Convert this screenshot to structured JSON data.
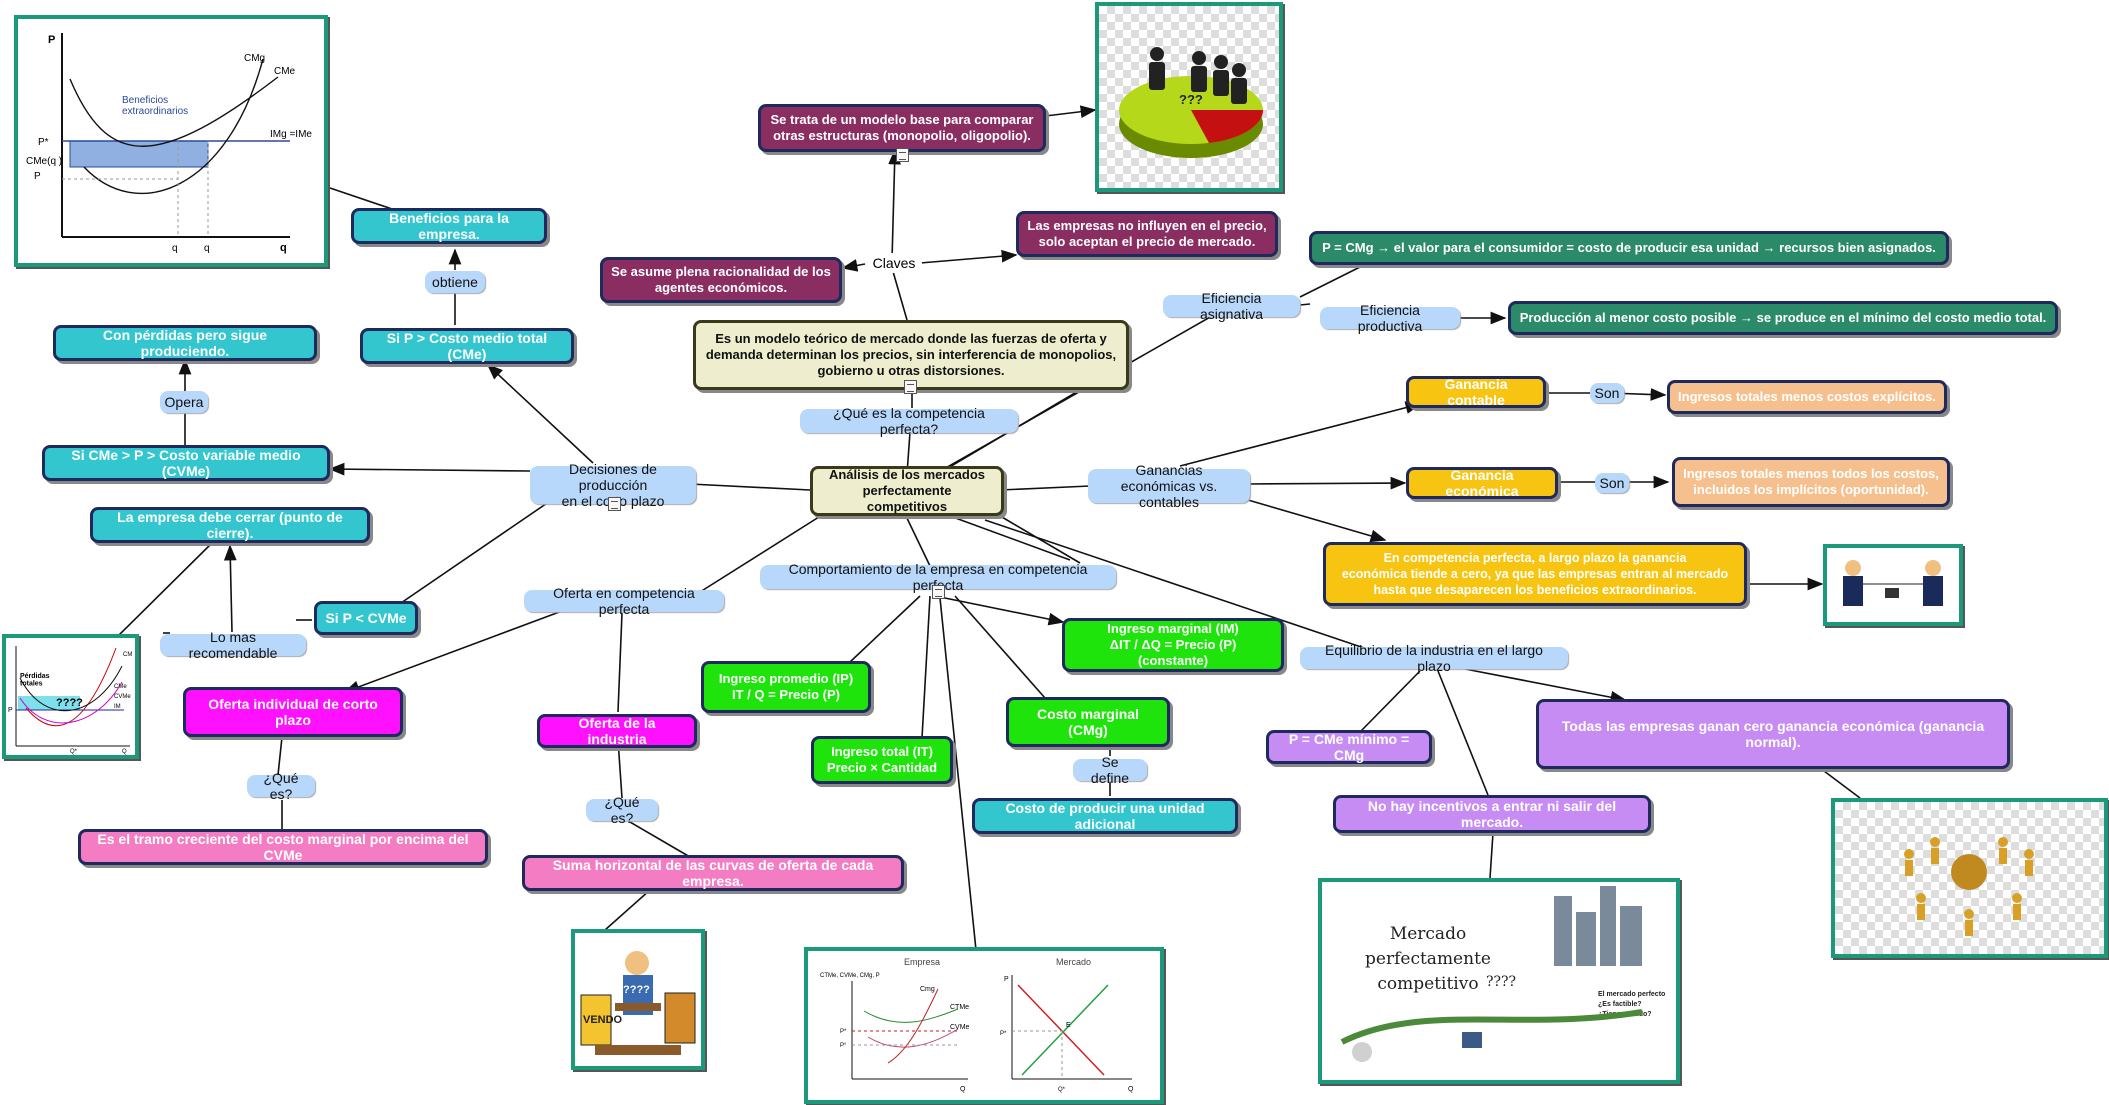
{
  "center": "Análisis de los mercados\nperfectamente competitivos",
  "que_es": {
    "label": "¿Qué es la competencia perfecta?",
    "definition": "Es un modelo teórico de mercado donde las fuerzas de oferta y\ndemanda determinan los precios, sin interferencia de monopolios,\ngobierno u otras distorsiones.",
    "claves_label": "Claves",
    "base_model": "Se trata de un modelo base para comparar\notras estructuras (monopolio, oligopolio).",
    "price_takers": "Las empresas no influyen en el precio,\nsolo aceptan el precio de mercado.",
    "rationality": "Se asume plena racionalidad de los\nagentes económicos."
  },
  "eficiencia": {
    "asignativa_label": "Eficiencia asignativa",
    "asignativa_text": "P = CMg → el valor para el consumidor = costo de producir esa unidad → recursos bien asignados.",
    "productiva_label": "Eficiencia productiva",
    "productiva_text": "Producción al menor costo posible → se produce en el mínimo del costo medio total."
  },
  "ganancias": {
    "label": "Ganancias\neconómicas vs. contables",
    "contable": "Ganancia contable",
    "son_1": "Son",
    "contable_def": "Ingresos totales menos costos explícitos.",
    "economica": "Ganancia económica",
    "son_2": "Son",
    "economica_def": "Ingresos totales menos todos los costos,\nincluidos los implícitos (oportunidad).",
    "largo_plazo": "En competencia perfecta, a largo plazo la ganancia\neconómica tiende a cero, ya que las empresas entran al mercado\nhasta que desaparecen los beneficios extraordinarios."
  },
  "equilibrio": {
    "label": "Equilibrio de la industria en el largo plazo",
    "cond": "P = CMe mínimo = CMg",
    "no_incentivos": "No hay incentivos a entrar ni salir del mercado.",
    "cero_ganancia": "Todas las empresas ganan cero ganancia económica (ganancia normal)."
  },
  "comportamiento": {
    "label": "Comportamiento de la empresa en competencia perfecta",
    "im": "Ingreso marginal (IM)\nΔIT / ΔQ = Precio (P) (constante)",
    "ip": "Ingreso promedio (IP)\nIT / Q = Precio (P)",
    "it": "Ingreso total (IT)\nPrecio × Cantidad",
    "cmg": "Costo marginal (CMg)",
    "se_define": "Se define",
    "cmg_def": "Costo de producir una unidad adicional"
  },
  "oferta": {
    "label": "Oferta en competencia perfecta",
    "individual": "Oferta individual de corto plazo",
    "que_es_1": "¿Qué es?",
    "individual_def": "Es el tramo creciente del costo marginal por encima del CVMe",
    "industria": "Oferta de la industria",
    "que_es_2": "¿Qué es?",
    "industria_def": "Suma horizontal de las curvas de oferta de cada empresa."
  },
  "decisiones": {
    "label": "Decisiones de producción\nen el corto plazo",
    "si_p_cme": "Si P > Costo medio total (CMe)",
    "obtiene": "obtiene",
    "beneficios": "Beneficios para la empresa.",
    "si_cme_p_cvme": "Si CMe > P > Costo variable medio (CVMe)",
    "opera": "Opera",
    "perdidas": "Con pérdidas pero sigue produciendo.",
    "si_p_cvme": "Si P < CVMe",
    "recomendable": "Lo mas recomendable",
    "cerrar": "La empresa debe cerrar (punto de cierre)."
  },
  "graph_top_left": {
    "y_axis": "P",
    "x_axis": "q",
    "cmg": "CMg",
    "cme": "CMe",
    "img": "IMg =IMe",
    "beneficios": "Beneficios\nextraordinarios",
    "p_star": "P*",
    "cme_q": "CMe(q )",
    "pmin": "P",
    "qmin": "q",
    "qc": "q"
  },
  "graph_left": {
    "perdidas": "Pérdidas\ntotales",
    "q_marks": "????",
    "cm": "CM",
    "cme": "CMe",
    "cvme": "CVMe",
    "im": "IM",
    "p": "P",
    "q": "Q",
    "qstar": "Q*"
  },
  "graph_bottom": {
    "empresa": "Empresa",
    "mercado": "Mercado",
    "y_label": "CTMe, CVMe, CMg, P",
    "cmg": "Cmg",
    "ctme": "CTMe",
    "cvme": "CVMe",
    "p_star": "P*",
    "p2": "P°",
    "q": "Q",
    "p": "P",
    "e": "E",
    "q_star": "Q*"
  },
  "poster": {
    "title": "Mercado\nperfectamente\ncompetitivo",
    "q": "????",
    "side": "El mercado perfecto\n¿Es factible?\n¿Tiene sentido?"
  },
  "pie_q": "???",
  "vendo_q": "????",
  "vendo_sign": "VENDO",
  "colors": {
    "teal": "#33c6cf",
    "maroon": "#8a2e62",
    "dark_green": "#2b8a68",
    "gold": "#f7c411",
    "green": "#1fe40c",
    "magenta": "#ff10ff",
    "purple": "#c78cf3",
    "label_blue": "#b8d8fb"
  }
}
